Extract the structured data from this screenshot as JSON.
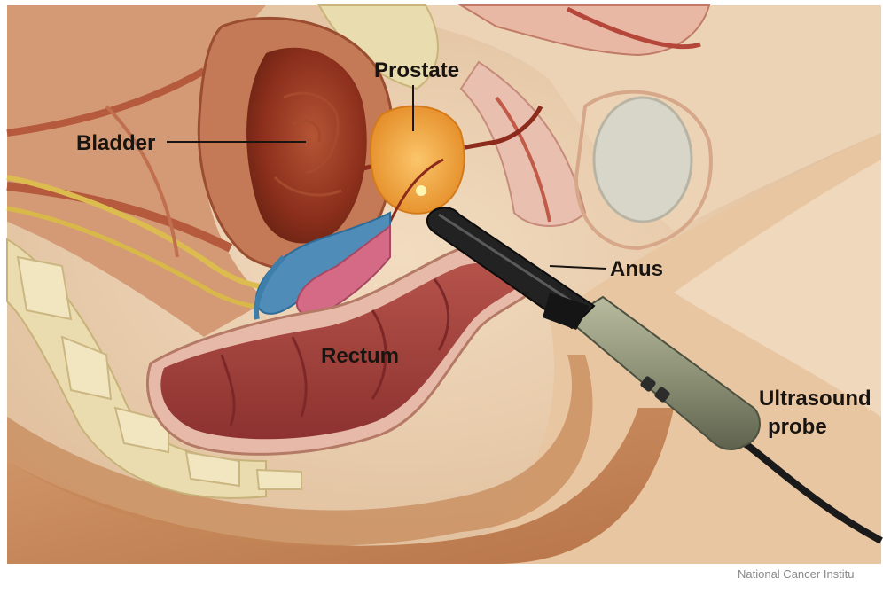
{
  "labels": {
    "prostate": "Prostate",
    "bladder": "Bladder",
    "anus": "Anus",
    "rectum": "Rectum",
    "ultrasound_line1": "Ultrasound",
    "ultrasound_line2": "probe"
  },
  "credit": "National Cancer Institu",
  "colors": {
    "background_skin": "#e8c9a6",
    "body_shading": "#c98a5e",
    "bladder": "#9c3a22",
    "prostate": "#f0a13a",
    "rectum": "#a4403a",
    "seminal_vesicle": "#4f8db8",
    "probe_tip": "#1e1e1e",
    "probe_handle": "#8f9377",
    "bone": "#e9dcae",
    "nerve": "#d9b84a"
  }
}
